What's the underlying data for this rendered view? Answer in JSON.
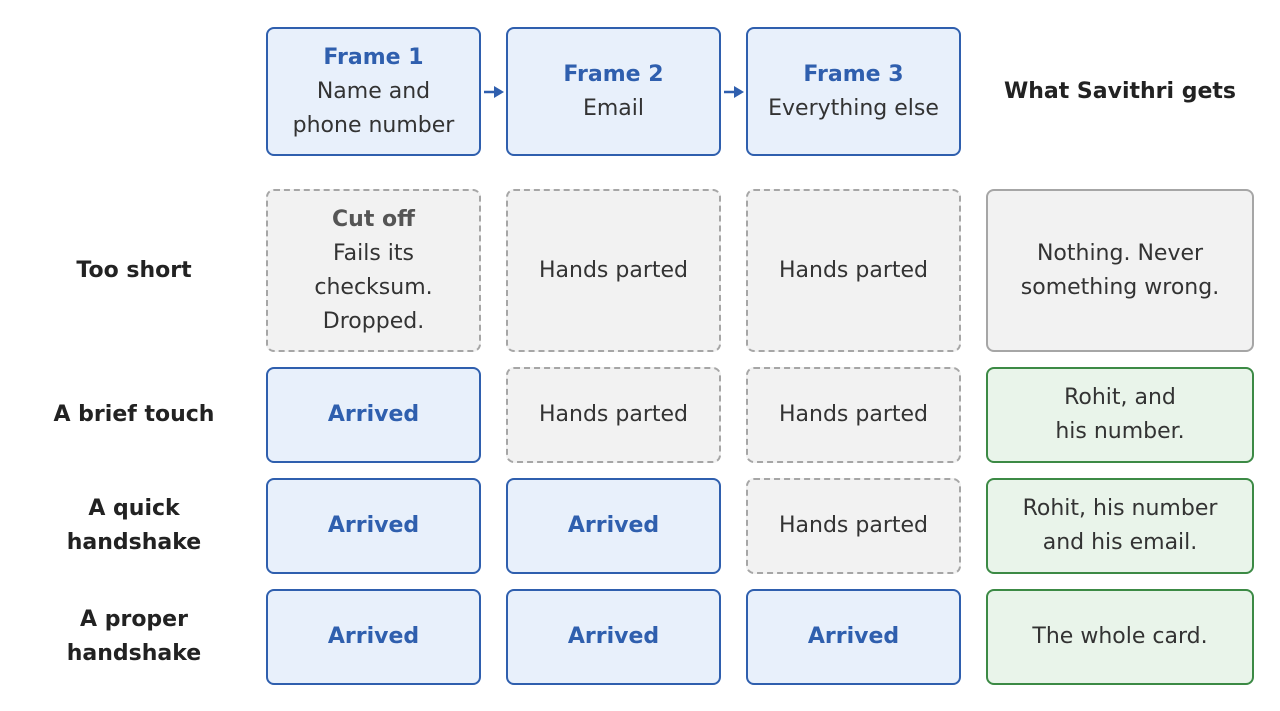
{
  "columns": {
    "frame1": {
      "title": "Frame 1",
      "line1": "Name and",
      "line2": "phone number"
    },
    "frame2": {
      "title": "Frame 2",
      "line1": "Email"
    },
    "frame3": {
      "title": "Frame 3",
      "line1": "Everything else"
    },
    "result_header": "What Savithri gets"
  },
  "rows": [
    {
      "label_lines": [
        "Too short"
      ],
      "cells": [
        {
          "title": "Cut off",
          "lines": [
            "Fails its",
            "checksum.",
            "Dropped."
          ]
        },
        {
          "text": "Hands parted"
        },
        {
          "text": "Hands parted"
        }
      ],
      "result_lines": [
        "Nothing. Never",
        "something wrong."
      ]
    },
    {
      "label_lines": [
        "A brief touch"
      ],
      "cells": [
        {
          "text": "Arrived"
        },
        {
          "text": "Hands parted"
        },
        {
          "text": "Hands parted"
        }
      ],
      "result_lines": [
        "Rohit, and",
        "his number."
      ]
    },
    {
      "label_lines": [
        "A quick",
        "handshake"
      ],
      "cells": [
        {
          "text": "Arrived"
        },
        {
          "text": "Arrived"
        },
        {
          "text": "Hands parted"
        }
      ],
      "result_lines": [
        "Rohit, his number",
        "and his email."
      ]
    },
    {
      "label_lines": [
        "A proper",
        "handshake"
      ],
      "cells": [
        {
          "text": "Arrived"
        },
        {
          "text": "Arrived"
        },
        {
          "text": "Arrived"
        }
      ],
      "result_lines": [
        "The whole card."
      ]
    }
  ],
  "colors": {
    "blue_border": "#2f5fae",
    "blue_fill": "#e8f0fb",
    "grey_border": "#a6a6a6",
    "grey_fill": "#f2f2f2",
    "green_border": "#3c8a45",
    "green_fill": "#e9f4ea"
  }
}
